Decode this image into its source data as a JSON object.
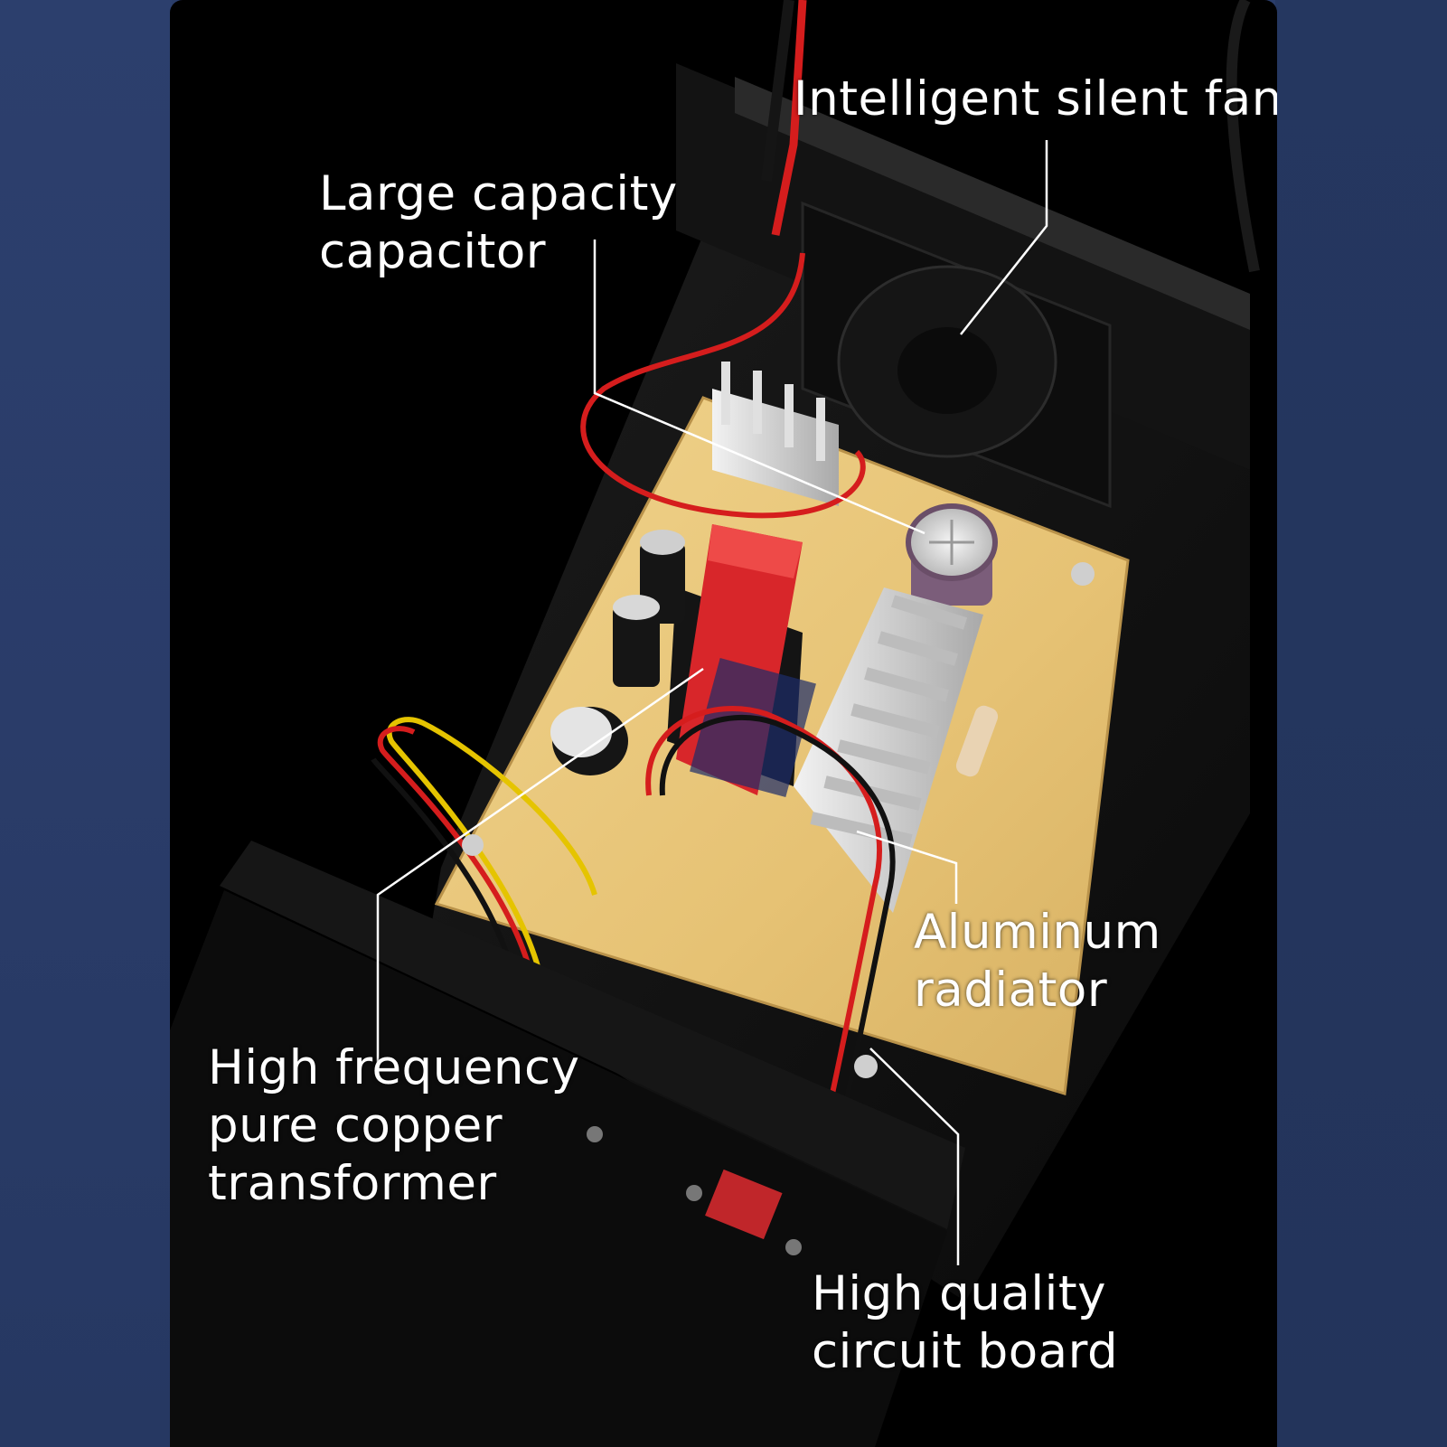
{
  "image": {
    "subject": "battery-charger-interior",
    "colors": {
      "background_left": "#2c3f6d",
      "background_right": "#23345b",
      "photo_background": "#000000",
      "pcb": "#e8c77a",
      "heatsink": "#d9d9d9",
      "transformer_tape": "#d8262a",
      "capacitor": "#8d6f8b",
      "wire_red": "#d51d1d",
      "wire_yellow": "#e5c400",
      "callout_text": "#ffffff"
    }
  },
  "callouts": {
    "fan": {
      "lines": [
        "Intelligent silent fan"
      ]
    },
    "capacitor": {
      "lines": [
        "Large capacity",
        "capacitor"
      ]
    },
    "radiator": {
      "lines": [
        "Aluminum",
        "radiator"
      ]
    },
    "transformer": {
      "lines": [
        "High frequency",
        "pure copper",
        "transformer"
      ]
    },
    "circuit_board": {
      "lines": [
        "High quality",
        "circuit board"
      ]
    }
  }
}
